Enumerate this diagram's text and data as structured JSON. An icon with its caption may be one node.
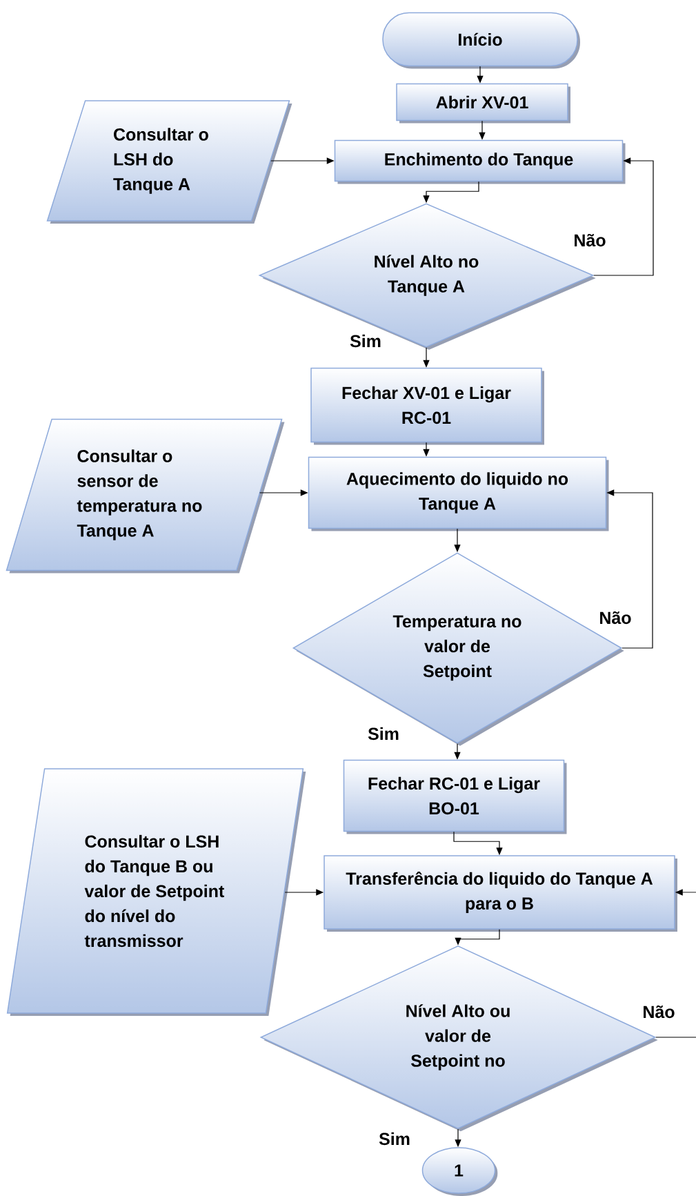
{
  "diagram": {
    "nodes": [
      {
        "text": [
          "Início"
        ]
      },
      {
        "text": [
          "Abrir XV-01"
        ]
      },
      {
        "text": [
          "Consultar o LSH do Tanque A"
        ]
      },
      {
        "text": [
          "Enchimento do Tanque"
        ]
      },
      {
        "text": [
          "Nível Alto no Tanque A"
        ]
      },
      {
        "text": [
          "Fechar XV-01 e Ligar RC-01"
        ]
      },
      {
        "text": [
          "Consultar o sensor de temperatura no Tanque A"
        ]
      },
      {
        "text": [
          "Aquecimento do liquido no Tanque A"
        ]
      },
      {
        "text": [
          "Temperatura no valor de Setpoint"
        ]
      },
      {
        "text": [
          "Fechar RC-01 e Ligar BO-01"
        ]
      },
      {
        "text": [
          "Consultar o LSH do Tanque B ou valor de Setpoint do nível do transmissor"
        ]
      },
      {
        "text": [
          "Transferência do liquido do Tanque A para o B"
        ]
      },
      {
        "text": [
          "Nível Alto ou valor de Setpoint no"
        ]
      },
      {
        "text": [
          "1"
        ]
      }
    ],
    "edges": [
      {
        "from": 0,
        "to": 1,
        "arrow": "to"
      },
      {
        "from": 1,
        "to": 3,
        "arrow": "to"
      },
      {
        "from": 2,
        "to": 3,
        "arrow": "to"
      },
      {
        "from": 3,
        "to": 4,
        "arrow": "to"
      },
      {
        "from": 4,
        "to": 3,
        "arrow": "to",
        "label": "Não"
      },
      {
        "from": 4,
        "to": 5,
        "arrow": "to",
        "label": "Sim"
      },
      {
        "from": 5,
        "to": 7,
        "arrow": "to"
      },
      {
        "from": 6,
        "to": 7,
        "arrow": "to"
      },
      {
        "from": 7,
        "to": 8,
        "arrow": "to"
      },
      {
        "from": 8,
        "to": 7,
        "arrow": "to",
        "label": "Não"
      },
      {
        "from": 8,
        "to": 9,
        "arrow": "to",
        "label": "Sim"
      },
      {
        "from": 9,
        "to": 11,
        "arrow": "to"
      },
      {
        "from": 10,
        "to": 11,
        "arrow": "to"
      },
      {
        "from": 11,
        "to": 12,
        "arrow": "to"
      },
      {
        "from": 12,
        "to": null,
        "arrow": "none",
        "label": "Não"
      },
      {
        "from": null,
        "to": 11,
        "arrow": "to"
      },
      {
        "from": 12,
        "to": 13,
        "arrow": "to",
        "label": "Sim"
      }
    ]
  }
}
